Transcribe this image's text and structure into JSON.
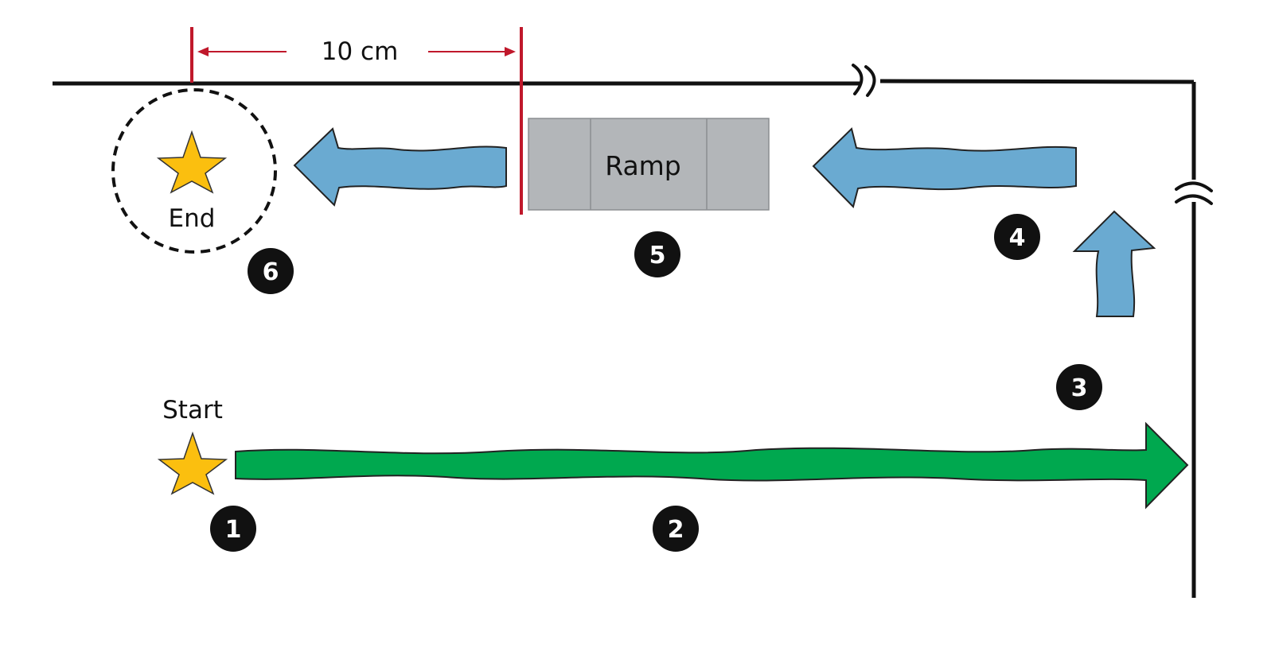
{
  "dimension": {
    "label": "10 cm"
  },
  "ramp": {
    "label": "Ramp"
  },
  "start": {
    "label": "Start"
  },
  "end": {
    "label": "End"
  },
  "steps": [
    "1",
    "2",
    "3",
    "4",
    "5",
    "6"
  ],
  "colors": {
    "wall": "#111111",
    "marker": "#c0182b",
    "green_arrow": "#00a84f",
    "blue_arrow": "#6aaad1",
    "ramp_fill": "#b3b6b9",
    "ramp_stroke": "#8b8e91",
    "star": "#fbbf0f",
    "badge": "#111111"
  },
  "icons": {
    "start": "star-icon",
    "end": "star-icon",
    "wall_break": "break-mark-icon",
    "path_arrows": [
      "arrow-right-icon",
      "arrow-up-icon",
      "arrow-left-icon"
    ]
  }
}
